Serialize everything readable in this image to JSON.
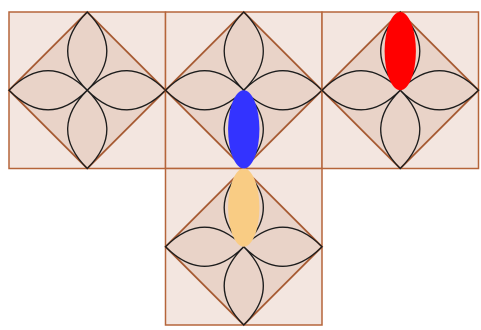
{
  "colors": {
    "tile_fill": "#f3e6e0",
    "tile_edge": "#b5653a",
    "diamond_fill": "#e9d3c8",
    "diamond_edge": "#a65a32",
    "petal_stroke": "#1c1c1c",
    "highlight_red": "#ff0000",
    "highlight_blue": "#3333ff",
    "highlight_orange": "#f9cc84"
  },
  "tiles": [
    {
      "id": "top-left",
      "col": 0,
      "row": 0
    },
    {
      "id": "top-middle",
      "col": 1,
      "row": 0
    },
    {
      "id": "top-right",
      "col": 2,
      "row": 0
    },
    {
      "id": "bottom-middle",
      "col": 1,
      "row": 1
    }
  ],
  "highlights": [
    {
      "id": "red-petal",
      "tile": "top-right",
      "petal": "top",
      "color": "highlight_red"
    },
    {
      "id": "blue-petal",
      "tile": "top-middle",
      "petal": "bottom",
      "color": "highlight_blue"
    },
    {
      "id": "orange-petal",
      "tile": "bottom-middle",
      "petal": "top",
      "color": "highlight_orange"
    }
  ]
}
